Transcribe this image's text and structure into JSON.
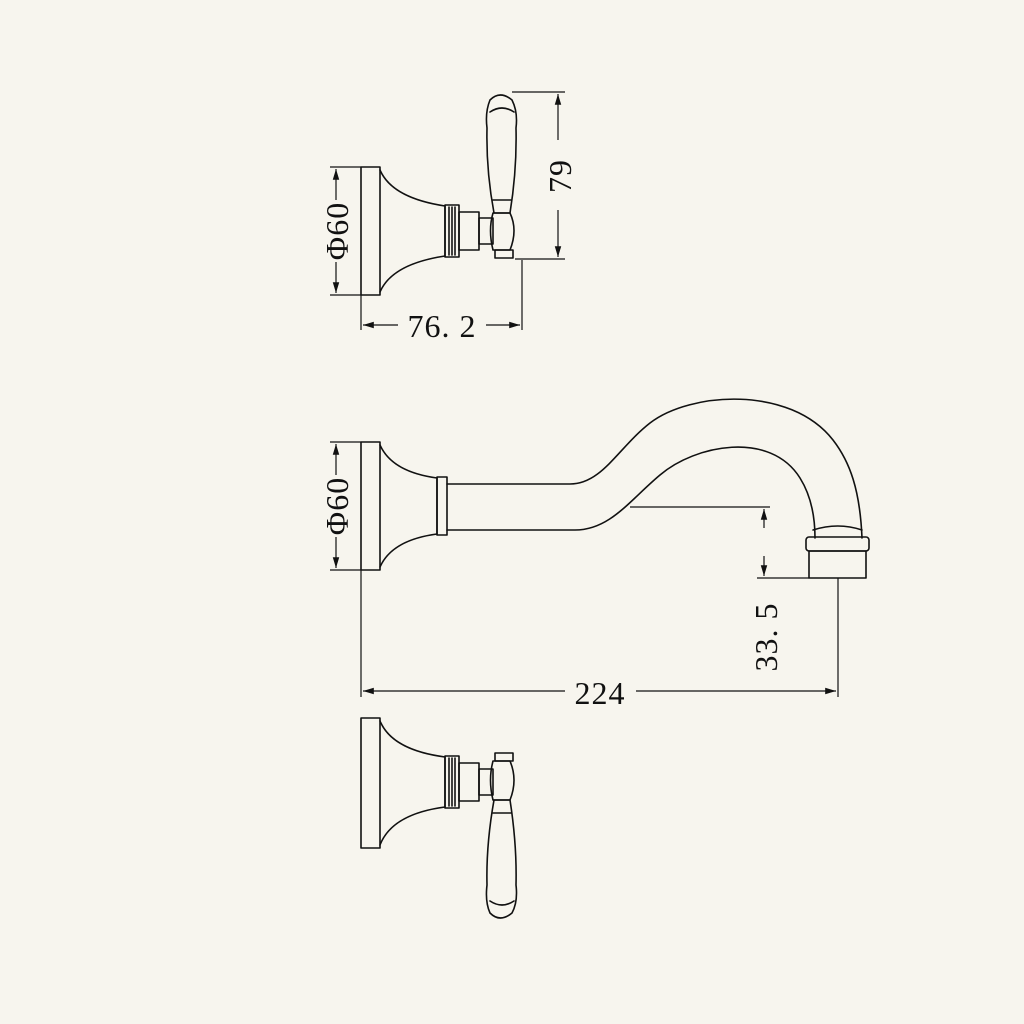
{
  "dimensions": {
    "top_handle_diameter": "Φ60",
    "top_handle_height": "79",
    "top_handle_depth": "76. 2",
    "spout_diameter": "Φ60",
    "spout_outlet_height": "33. 5",
    "spout_projection": "224"
  },
  "colors": {
    "background": "#f7f5ee",
    "line": "#111111"
  }
}
